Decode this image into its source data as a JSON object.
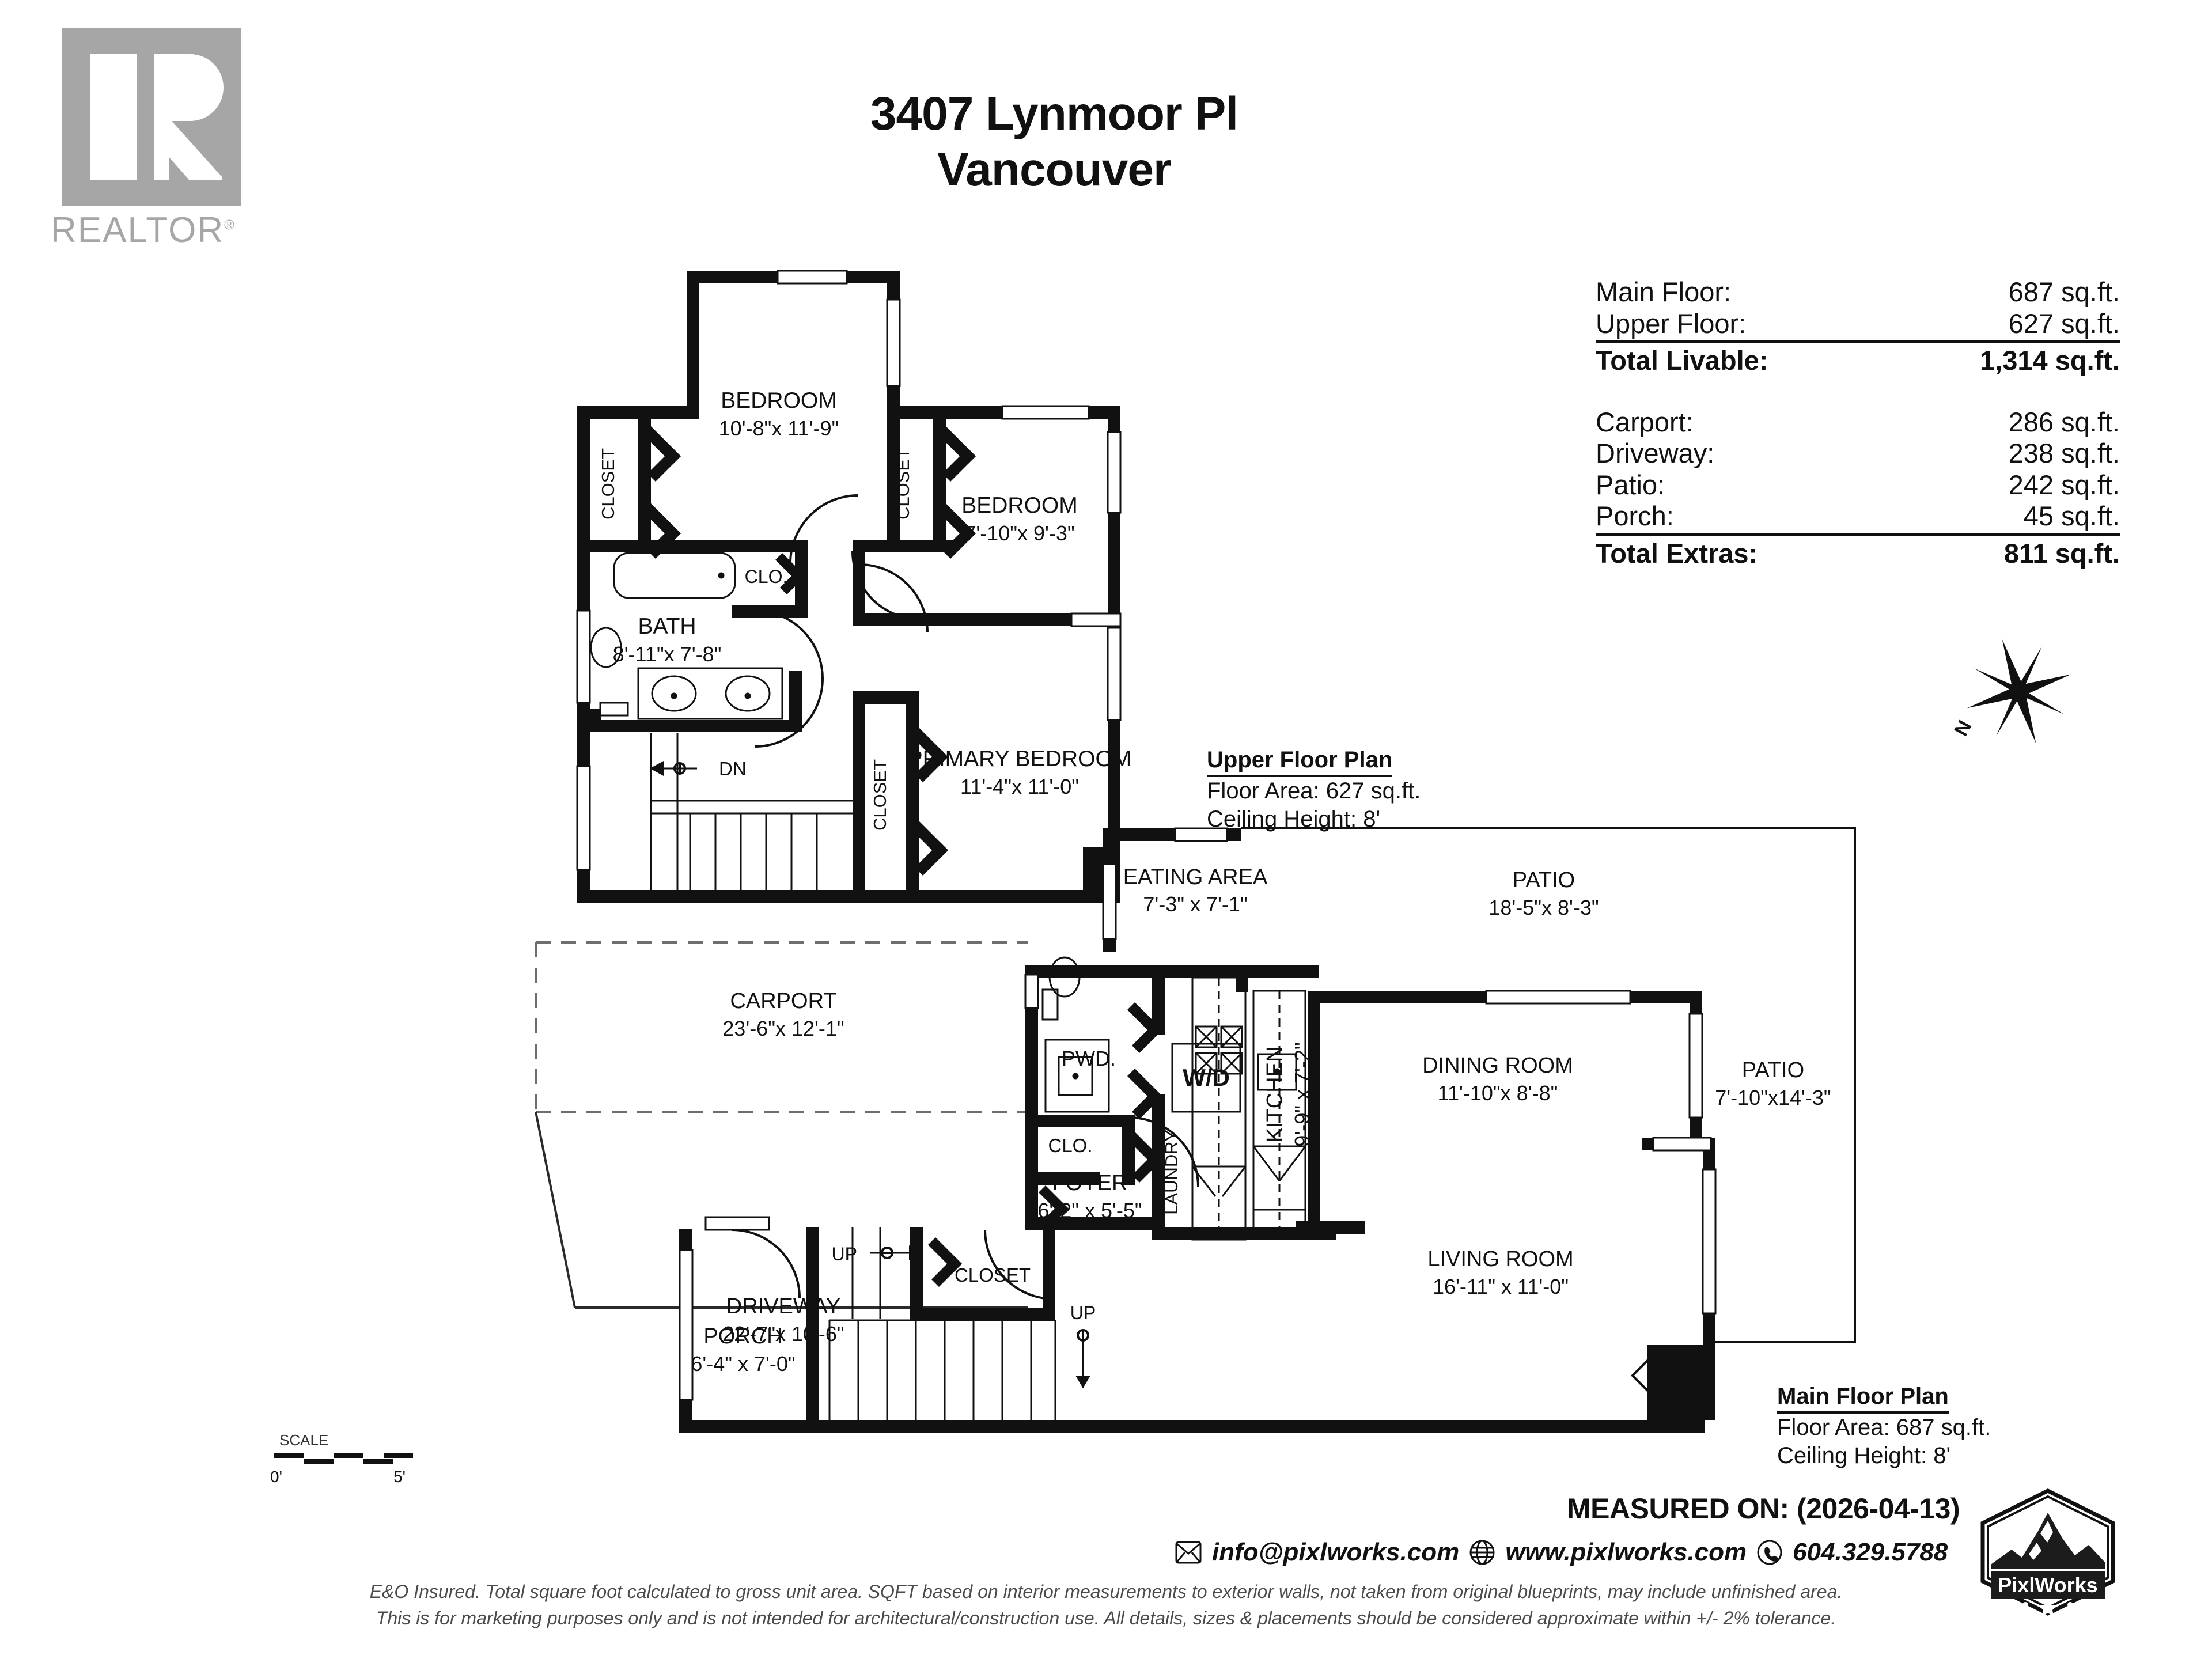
{
  "logo": {
    "realtor_label": "REALTOR",
    "realtor_trademark": "®"
  },
  "header": {
    "address_line1": "3407 Lynmoor Pl",
    "address_line2": "Vancouver"
  },
  "area_summary": {
    "rows_livable": [
      {
        "label": "Main Floor:",
        "value": "687 sq.ft."
      },
      {
        "label": "Upper Floor:",
        "value": "627 sq.ft."
      }
    ],
    "total_livable": {
      "label": "Total Livable:",
      "value": "1,314 sq.ft."
    },
    "rows_extras": [
      {
        "label": "Carport:",
        "value": "286 sq.ft."
      },
      {
        "label": "Driveway:",
        "value": "238 sq.ft."
      },
      {
        "label": "Patio:",
        "value": "242 sq.ft."
      },
      {
        "label": "Porch:",
        "value": "45 sq.ft."
      }
    ],
    "total_extras": {
      "label": "Total Extras:",
      "value": "811 sq.ft."
    }
  },
  "compass": {
    "north_letter": "N"
  },
  "upper_floor": {
    "note_title": "Upper Floor Plan",
    "note_area": "Floor Area: 627 sq.ft.",
    "note_ceiling": "Ceiling Height: 8'",
    "rooms": [
      {
        "name": "BEDROOM",
        "dims": "10'-8\"x 11'-9\""
      },
      {
        "name": "BEDROOM",
        "dims": "7'-10\"x  9'-3\""
      },
      {
        "name": "BATH",
        "dims": "8'-11\"x  7'-8\""
      },
      {
        "name": "PRIMARY BEDROOM",
        "dims": "11'-4\"x 11'-0\""
      }
    ],
    "labels": {
      "closet": "CLOSET",
      "clo": "CLO.",
      "down": "DN"
    }
  },
  "main_floor": {
    "note_title": "Main Floor Plan",
    "note_area": "Floor Area: 687 sq.ft.",
    "note_ceiling": "Ceiling Height: 8'",
    "rooms": [
      {
        "name": "EATING AREA",
        "dims": "7'-3\" x 7'-1\""
      },
      {
        "name": "KITCHEN",
        "dims": "9'-9\" x 7'-2\""
      },
      {
        "name": "DINING ROOM",
        "dims": "11'-10\"x 8'-8\""
      },
      {
        "name": "LIVING ROOM",
        "dims": "16'-11\" x 11'-0\""
      },
      {
        "name": "FOYER",
        "dims": "6'-2\" x 5'-5\""
      },
      {
        "name": "PORCH",
        "dims": "6'-4\" x 7'-0\""
      },
      {
        "name": "PATIO",
        "dims": "18'-5\"x  8'-3\""
      },
      {
        "name": "PATIO",
        "dims": "7'-10\"x14'-3\""
      },
      {
        "name": "CARPORT",
        "dims": "23'-6\"x 12'-1\""
      },
      {
        "name": "DRIVEWAY",
        "dims": "22'-7\"x 10'-6\""
      }
    ],
    "labels": {
      "powder": "PWD.",
      "washer_dryer": "W/D",
      "laundry": "LAUNDRY",
      "clo": "CLO.",
      "closet": "CLOSET",
      "up": "UP",
      "fireplace": "FP"
    }
  },
  "scale": {
    "caption": "SCALE",
    "start": "0'",
    "end": "5'"
  },
  "footer": {
    "measured_on": "MEASURED ON: (2026-04-13)",
    "email": "info@pixlworks.com",
    "website": "www.pixlworks.com",
    "phone": "604.329.5788",
    "brand": "PixlWorks",
    "disclaimer_line1": "E&O Insured.  Total square foot calculated to gross unit area. SQFT based on interior measurements to exterior walls, not taken from original blueprints, may include unfinished area.",
    "disclaimer_line2": "This is for marketing purposes only and is not intended for architectural/construction use.  All details, sizes & placements should be considered approximate within +/- 2%  tolerance."
  }
}
